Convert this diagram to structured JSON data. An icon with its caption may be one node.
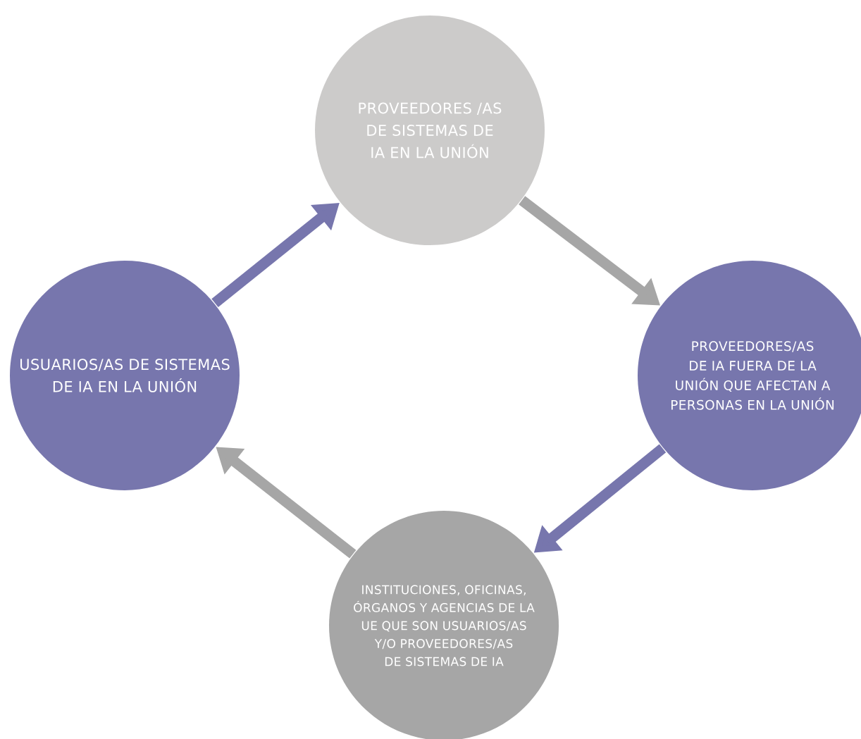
{
  "diagram": {
    "nodes": [
      {
        "text": [
          "PROVEEDORES /AS DE SISTEMAS DE IA EN LA UNIÓN"
        ]
      },
      {
        "text": [
          "PROVEEDORES/AS DE IA FUERA DE LA UNIÓN QUE AFECTAN A PERSONAS EN LA UNIÓN"
        ]
      },
      {
        "text": [
          "INSTITUCIONES, OFICINAS, ÓRGANOS Y AGENCIAS DE LA UE QUE SON USUARIOS/AS Y/O PROVEEDORES/AS DE SISTEMAS DE IA"
        ]
      },
      {
        "text": [
          "USUARIOS/AS DE SISTEMAS DE IA EN LA UNIÓN"
        ]
      }
    ],
    "edges": [
      {
        "from": 0,
        "to": 1,
        "arrow": "to",
        "color": "#a6a6a6"
      },
      {
        "from": 1,
        "to": 2,
        "arrow": "to",
        "color": "#7776ad"
      },
      {
        "from": 2,
        "to": 3,
        "arrow": "to",
        "color": "#a6a6a6"
      },
      {
        "from": 3,
        "to": 0,
        "arrow": "to",
        "color": "#7776ad"
      }
    ]
  }
}
